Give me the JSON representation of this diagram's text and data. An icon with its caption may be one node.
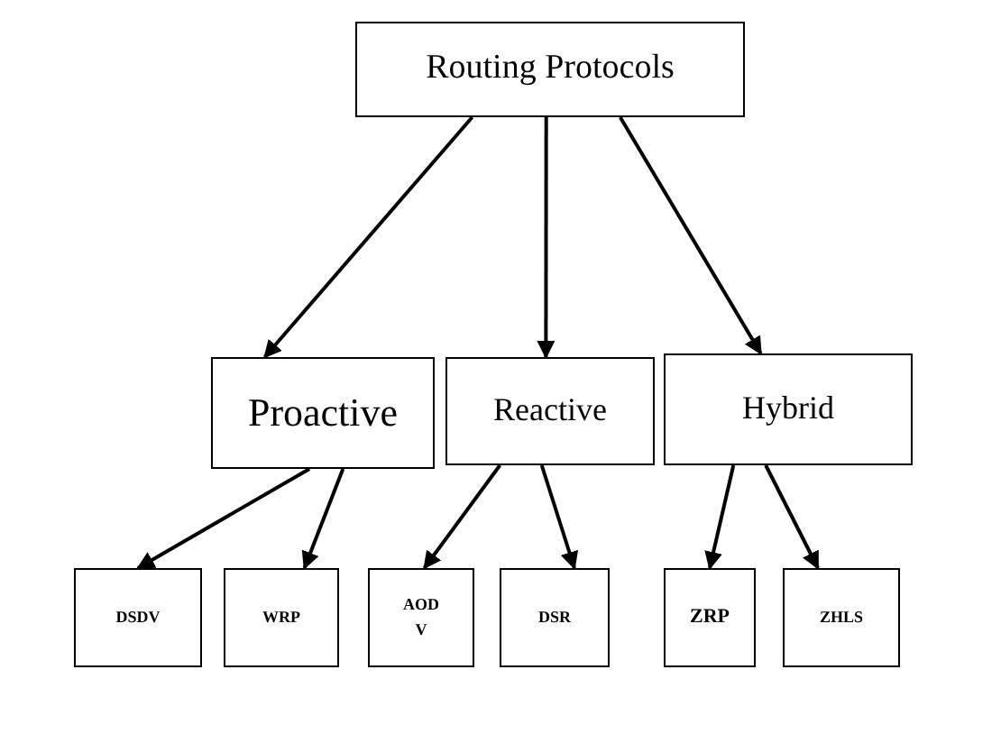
{
  "diagram": {
    "nodes": [
      {
        "text": [
          "Routing Protocols"
        ]
      },
      {
        "text": [
          "Proactive"
        ]
      },
      {
        "text": [
          "Reactive"
        ]
      },
      {
        "text": [
          "Hybrid"
        ]
      },
      {
        "text": [
          "DSDV"
        ]
      },
      {
        "text": [
          "WRP"
        ]
      },
      {
        "text": [
          "AODV"
        ]
      },
      {
        "text": [
          "DSR"
        ]
      },
      {
        "text": [
          "ZRP"
        ]
      },
      {
        "text": [
          "ZHLS"
        ]
      }
    ],
    "edges": [
      {
        "from": 0,
        "to": 1,
        "arrow": "to"
      },
      {
        "from": 0,
        "to": 2,
        "arrow": "to"
      },
      {
        "from": 0,
        "to": 3,
        "arrow": "to"
      },
      {
        "from": 1,
        "to": 4,
        "arrow": "to"
      },
      {
        "from": 1,
        "to": 5,
        "arrow": "to"
      },
      {
        "from": 2,
        "to": 6,
        "arrow": "to"
      },
      {
        "from": 2,
        "to": 7,
        "arrow": "to"
      },
      {
        "from": 3,
        "to": 8,
        "arrow": "to"
      },
      {
        "from": 3,
        "to": 9,
        "arrow": "to"
      }
    ]
  }
}
